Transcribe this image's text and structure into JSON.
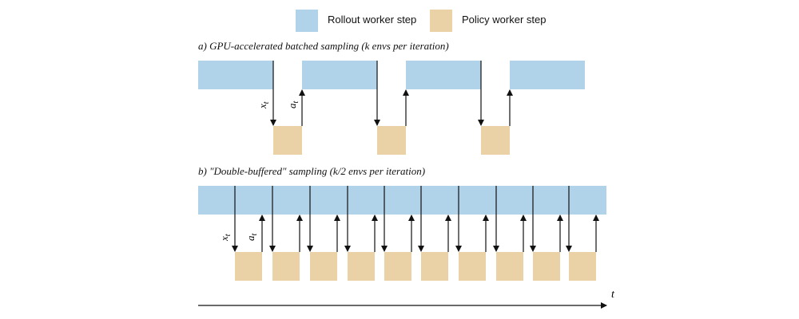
{
  "legend": {
    "rollout_label": "Rollout worker step",
    "policy_label": "Policy worker step",
    "rollout_color": "#b1d3ea",
    "policy_color": "#ead2a6"
  },
  "section_a": {
    "title": "a) GPU-accelerated batched sampling (k envs per iteration)",
    "obs_label": "x",
    "obs_sub": "t",
    "act_label": "a",
    "act_sub": "t"
  },
  "section_b": {
    "title": "b) \"Double-buffered\" sampling (k/2 envs per iteration)",
    "obs_label": "x",
    "obs_sub": "t",
    "act_label": "a",
    "act_sub": "t"
  },
  "time_axis": {
    "label": "t"
  }
}
